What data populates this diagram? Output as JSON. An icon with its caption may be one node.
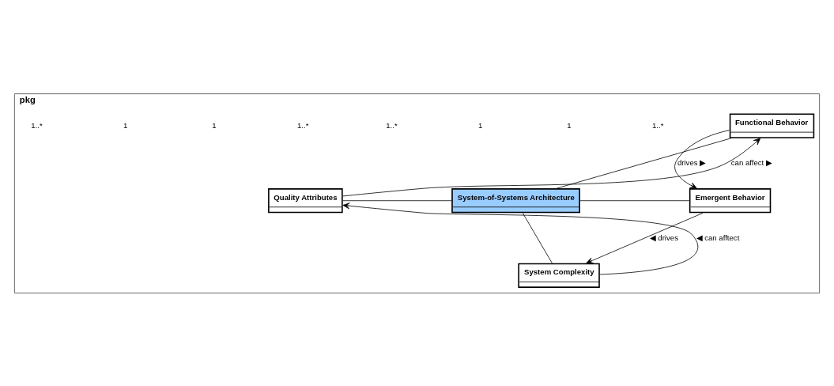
{
  "diagram": {
    "nodes": [
      {
        "text": [
          "pkg"
        ]
      },
      {
        "text": [
          "Functional Behavior"
        ],
        "in": 0
      },
      {
        "text": [
          "Quality Attributes"
        ],
        "in": 0
      },
      {
        "text": [
          "System-of-Systems Architecture"
        ],
        "in": 0
      },
      {
        "text": [
          "Emergent Behavior"
        ],
        "in": 0
      },
      {
        "text": [
          "System Complexity"
        ],
        "in": 0
      }
    ],
    "edges": [
      {
        "from": 2,
        "to": 1,
        "arrow": "to",
        "label": "can affect ▶"
      },
      {
        "from": 1,
        "to": 4,
        "arrow": "to",
        "label": "drives ▶"
      },
      {
        "from": 1,
        "to": 3,
        "arrow": "none"
      },
      {
        "from": 2,
        "to": 3,
        "arrow": "none"
      },
      {
        "from": 3,
        "to": 4,
        "arrow": "none"
      },
      {
        "from": 3,
        "to": 5,
        "arrow": "none"
      },
      {
        "from": 5,
        "to": 2,
        "arrow": "to",
        "label": "◀ can afftect"
      },
      {
        "from": 4,
        "to": 5,
        "arrow": "to",
        "label": "◀ drives"
      }
    ],
    "labels": [
      "1..*",
      "1",
      "1",
      "1..*",
      "1..*",
      "1",
      "1",
      "1..*"
    ]
  }
}
